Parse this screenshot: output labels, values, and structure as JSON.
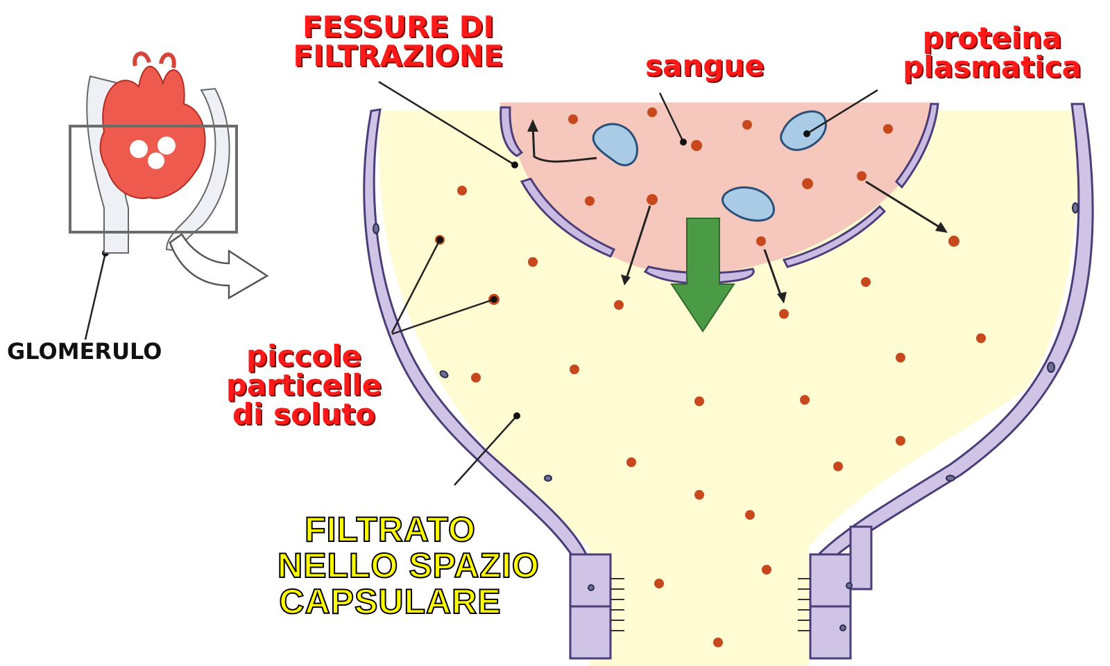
{
  "labels": {
    "fessure": [
      "FESSURE DI",
      "FILTRAZIONE"
    ],
    "sangue": "sangue",
    "proteina": [
      "proteina",
      "plasmatica"
    ],
    "glomerulo": "GLOMERULO",
    "piccole": [
      "piccole",
      "particelle",
      "di soluto"
    ],
    "filtrato": [
      "FILTRATO",
      "NELLO SPAZIO",
      "CAPSULARE"
    ]
  },
  "colors": {
    "blood": "#f6c7bd",
    "filtrate": "#fffbd2",
    "membrane": "#c9bbe2",
    "membrane_stroke": "#4a3d78",
    "particle": "#c8481e",
    "protein": "#a9cbe6",
    "arrow": "#4b9a45",
    "glomerulus": "#ef5a4e"
  }
}
